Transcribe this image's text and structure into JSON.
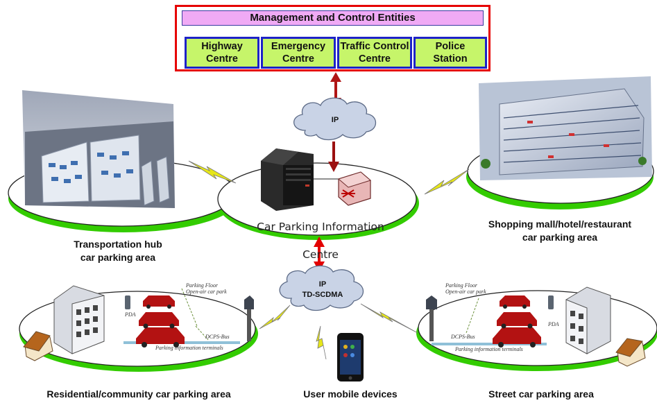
{
  "management": {
    "title": "Management and Control Entities",
    "entities": [
      {
        "line1": "Highway",
        "line2": "Centre"
      },
      {
        "line1": "Emergency",
        "line2": "Centre"
      },
      {
        "line1": "Traffic Control",
        "line2": "Centre"
      },
      {
        "line1": "Police",
        "line2": "Station"
      }
    ]
  },
  "clouds": {
    "top": "IP",
    "bottom_line1": "IP",
    "bottom_line2": "TD-SCDMA"
  },
  "centre": {
    "line1": "Car Parking Information",
    "line2": "Centre"
  },
  "areas": {
    "transport": "Transportation hub\ncar parking area",
    "shopping": "Shopping mall/hotel/restaurant\ncar parking area",
    "residential": "Residential/community car parking area",
    "mobile": "User mobile devices",
    "street": "Street car parking area"
  },
  "parking_labels": {
    "floor_line1": "Parking Floor",
    "floor_line2": "Open-air car park",
    "pda": "PDA",
    "terminals": "Parking information terminals",
    "bus": "DCPS-Bus"
  },
  "colors": {
    "mgmt_border": "#e60000",
    "title_fill": "#f0aaf5",
    "entity_fill": "#c6f56a",
    "entity_border": "#1d22c8",
    "arrow": "#b01515",
    "cloud": "#c9d3e6",
    "ellipse_shadow": "#33cc00",
    "lightning": "#e6e619"
  }
}
